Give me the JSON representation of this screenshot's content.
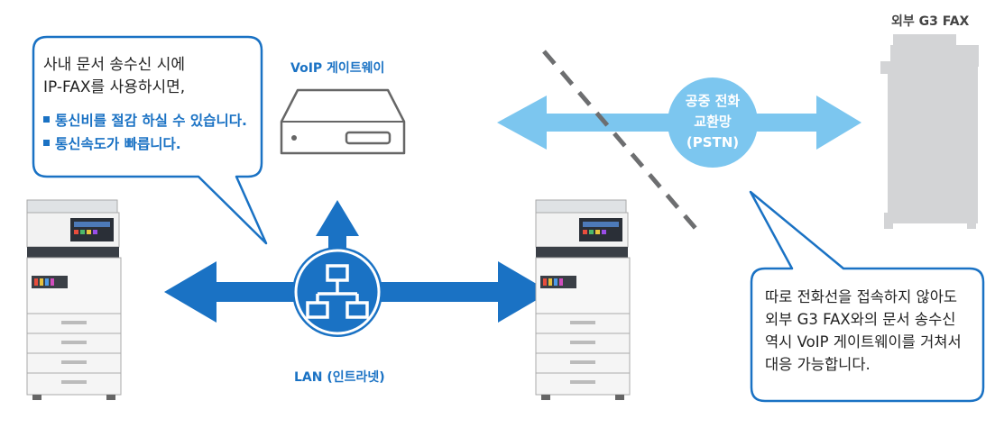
{
  "bubble_left": {
    "line1": "사내 문서 송수신 시에",
    "line2": "IP-FAX를 사용하시면,",
    "bullets": [
      "통신비를 절감 하실 수 있습니다.",
      "통신속도가 빠릅니다."
    ]
  },
  "voip_gateway_label": "VoIP 게이트웨이",
  "lan_label": "LAN (인트라넷)",
  "pstn": {
    "line1": "공중 전화",
    "line2": "교환망",
    "line3": "(PSTN)"
  },
  "external_fax_label": "외부 G3 FAX",
  "bubble_right": {
    "lines": [
      "따로 전화선을 접속하지 않아도",
      "외부 G3 FAX와의 문서 송수신",
      "역시 VoIP 게이트웨이를 거쳐서",
      "대응 가능합니다."
    ]
  },
  "colors": {
    "accent_blue": "#1a72c4",
    "light_blue": "#7cc6ef",
    "fax_grey": "#d3d4d6",
    "dash_grey": "#6d6e70"
  },
  "icons": {
    "network": "network-hierarchy-icon",
    "gateway": "voip-gateway-device-icon",
    "printer": "multifunction-printer-icon"
  }
}
